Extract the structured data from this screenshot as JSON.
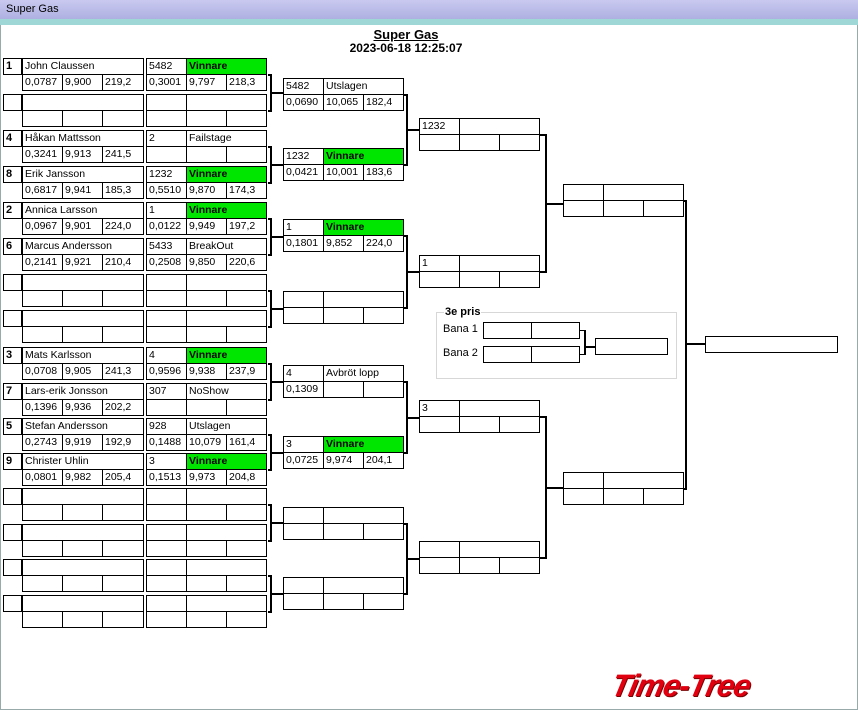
{
  "window": {
    "title": "Super Gas"
  },
  "header": {
    "title": "Super Gas",
    "datetime": "2023-06-18 12:25:07"
  },
  "round1": [
    {
      "seed": "1",
      "name": "John Claussen",
      "rt": "0,0787",
      "et": "9,900",
      "mph": "219,2"
    },
    {
      "seed": "",
      "name": "",
      "rt": "",
      "et": "",
      "mph": ""
    },
    {
      "seed": "4",
      "name": "Håkan Mattsson",
      "rt": "0,3241",
      "et": "9,913",
      "mph": "241,5"
    },
    {
      "seed": "8",
      "name": "Erik Jansson",
      "rt": "0,6817",
      "et": "9,941",
      "mph": "185,3"
    },
    {
      "seed": "2",
      "name": "Annica Larsson",
      "rt": "0,0967",
      "et": "9,901",
      "mph": "224,0"
    },
    {
      "seed": "6",
      "name": "Marcus Andersson",
      "rt": "0,2141",
      "et": "9,921",
      "mph": "210,4"
    },
    {
      "seed": "",
      "name": "",
      "rt": "",
      "et": "",
      "mph": ""
    },
    {
      "seed": "",
      "name": "",
      "rt": "",
      "et": "",
      "mph": ""
    },
    {
      "seed": "3",
      "name": "Mats Karlsson",
      "rt": "0,0708",
      "et": "9,905",
      "mph": "241,3"
    },
    {
      "seed": "7",
      "name": "Lars-erik Jonsson",
      "rt": "0,1396",
      "et": "9,936",
      "mph": "202,2"
    },
    {
      "seed": "5",
      "name": "Stefan Andersson",
      "rt": "0,2743",
      "et": "9,919",
      "mph": "192,9"
    },
    {
      "seed": "9",
      "name": "Christer Uhlin",
      "rt": "0,0801",
      "et": "9,982",
      "mph": "205,4"
    },
    {
      "seed": "",
      "name": "",
      "rt": "",
      "et": "",
      "mph": ""
    },
    {
      "seed": "",
      "name": "",
      "rt": "",
      "et": "",
      "mph": ""
    },
    {
      "seed": "",
      "name": "",
      "rt": "",
      "et": "",
      "mph": ""
    },
    {
      "seed": "",
      "name": "",
      "rt": "",
      "et": "",
      "mph": ""
    }
  ],
  "round2": [
    {
      "num": "5482",
      "status": "Vinnare",
      "win": true,
      "rt": "0,3001",
      "et": "9,797",
      "mph": "218,3"
    },
    {
      "num": "",
      "status": "",
      "win": false,
      "rt": "",
      "et": "",
      "mph": ""
    },
    {
      "num": "2",
      "status": "Failstage",
      "win": false,
      "rt": "",
      "et": "",
      "mph": ""
    },
    {
      "num": "1232",
      "status": "Vinnare",
      "win": true,
      "rt": "0,5510",
      "et": "9,870",
      "mph": "174,3"
    },
    {
      "num": "1",
      "status": "Vinnare",
      "win": true,
      "rt": "0,0122",
      "et": "9,949",
      "mph": "197,2"
    },
    {
      "num": "5433",
      "status": "BreakOut",
      "win": false,
      "rt": "0,2508",
      "et": "9,850",
      "mph": "220,6"
    },
    {
      "num": "",
      "status": "",
      "win": false,
      "rt": "",
      "et": "",
      "mph": ""
    },
    {
      "num": "",
      "status": "",
      "win": false,
      "rt": "",
      "et": "",
      "mph": ""
    },
    {
      "num": "4",
      "status": "Vinnare",
      "win": true,
      "rt": "0,9596",
      "et": "9,938",
      "mph": "237,9"
    },
    {
      "num": "307",
      "status": "NoShow",
      "win": false,
      "rt": "",
      "et": "",
      "mph": ""
    },
    {
      "num": "928",
      "status": "Utslagen",
      "win": false,
      "rt": "0,1488",
      "et": "10,079",
      "mph": "161,4"
    },
    {
      "num": "3",
      "status": "Vinnare",
      "win": true,
      "rt": "0,1513",
      "et": "9,973",
      "mph": "204,8"
    },
    {
      "num": "",
      "status": "",
      "win": false,
      "rt": "",
      "et": "",
      "mph": ""
    },
    {
      "num": "",
      "status": "",
      "win": false,
      "rt": "",
      "et": "",
      "mph": ""
    },
    {
      "num": "",
      "status": "",
      "win": false,
      "rt": "",
      "et": "",
      "mph": ""
    },
    {
      "num": "",
      "status": "",
      "win": false,
      "rt": "",
      "et": "",
      "mph": ""
    }
  ],
  "round3": [
    {
      "num": "5482",
      "status": "Utslagen",
      "win": false,
      "rt": "0,0690",
      "et": "10,065",
      "mph": "182,4"
    },
    {
      "num": "1232",
      "status": "Vinnare",
      "win": true,
      "rt": "0,0421",
      "et": "10,001",
      "mph": "183,6"
    },
    {
      "num": "1",
      "status": "Vinnare",
      "win": true,
      "rt": "0,1801",
      "et": "9,852",
      "mph": "224,0"
    },
    {
      "num": "",
      "status": "",
      "win": false,
      "rt": "",
      "et": "",
      "mph": ""
    },
    {
      "num": "4",
      "status": "Avbröt lopp",
      "win": false,
      "rt": "0,1309",
      "et": "",
      "mph": ""
    },
    {
      "num": "3",
      "status": "Vinnare",
      "win": true,
      "rt": "0,0725",
      "et": "9,974",
      "mph": "204,1"
    },
    {
      "num": "",
      "status": "",
      "win": false,
      "rt": "",
      "et": "",
      "mph": ""
    },
    {
      "num": "",
      "status": "",
      "win": false,
      "rt": "",
      "et": "",
      "mph": ""
    }
  ],
  "round4": [
    {
      "num": "1232",
      "status": "",
      "win": false,
      "rt": "",
      "et": "",
      "mph": ""
    },
    {
      "num": "1",
      "status": "",
      "win": false,
      "rt": "",
      "et": "",
      "mph": ""
    },
    {
      "num": "3",
      "status": "",
      "win": false,
      "rt": "",
      "et": "",
      "mph": ""
    },
    {
      "num": "",
      "status": "",
      "win": false,
      "rt": "",
      "et": "",
      "mph": ""
    }
  ],
  "round5": [
    {
      "num": "",
      "status": "",
      "win": false,
      "rt": "",
      "et": "",
      "mph": ""
    },
    {
      "num": "",
      "status": "",
      "win": false,
      "rt": "",
      "et": "",
      "mph": ""
    }
  ],
  "third_prize": {
    "title": "3e pris",
    "lane1": "Bana 1",
    "lane2": "Bana 2"
  },
  "brand": {
    "logo_text": "Time-Tree",
    "logo_color": "#e00010"
  },
  "colors": {
    "winner": "#00e600",
    "titlebar": "#aeb0e0"
  }
}
